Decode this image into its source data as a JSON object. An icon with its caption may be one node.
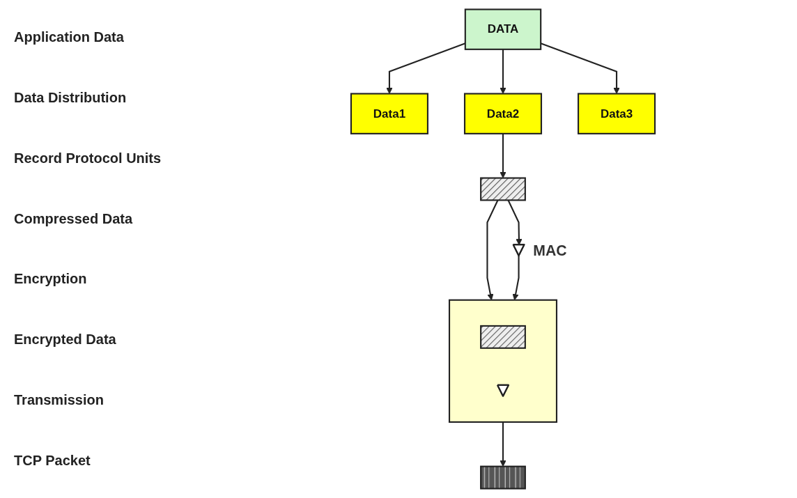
{
  "diagram": {
    "nodes": [
      {
        "text": [
          "DATA"
        ]
      },
      {
        "text": [
          "Data1"
        ]
      },
      {
        "text": [
          "Data2"
        ]
      },
      {
        "text": [
          "Data3"
        ]
      },
      {
        "text": [],
        "shape": "bar"
      },
      {
        "text": [],
        "shape": "triangle",
        "beside": [
          "MAC"
        ]
      },
      {
        "text": [],
        "shape": "box"
      },
      {
        "text": [],
        "shape": "bar",
        "in": 6
      },
      {
        "text": [],
        "shape": "triangle",
        "in": 6
      },
      {
        "text": [],
        "shape": "bar"
      }
    ],
    "edges": [
      {
        "from": 0,
        "to": 1,
        "arrow": "to"
      },
      {
        "from": 0,
        "to": 2,
        "arrow": "to"
      },
      {
        "from": 0,
        "to": 3,
        "arrow": "to"
      },
      {
        "from": 2,
        "to": 4,
        "arrow": "to"
      },
      {
        "from": 4,
        "to": 6,
        "arrow": "to"
      },
      {
        "from": 4,
        "to": 5,
        "arrow": "to"
      },
      {
        "from": 5,
        "to": 6,
        "arrow": "to"
      },
      {
        "from": 6,
        "to": 9,
        "arrow": "to"
      }
    ],
    "labels": [
      "Application Data",
      "Data Distribution",
      "Record Protocol Units",
      "Compressed Data",
      "Encryption",
      "Encrypted Data",
      "Transmission",
      "TCP Packet"
    ]
  }
}
